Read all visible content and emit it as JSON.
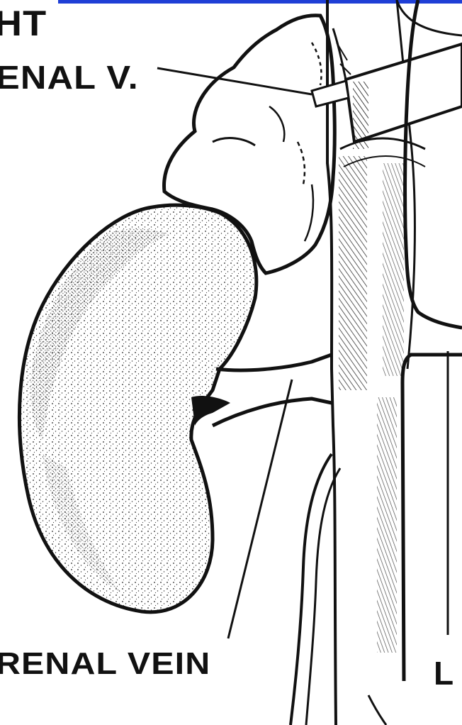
{
  "labels": {
    "top_partial": "HT",
    "adrenal_vein": "ENAL V.",
    "renal_vein": "RENAL VEIN",
    "right_partial": "L"
  },
  "colors": {
    "ink": "#111111",
    "background": "#ffffff",
    "top_band": "#1f3fd6"
  }
}
